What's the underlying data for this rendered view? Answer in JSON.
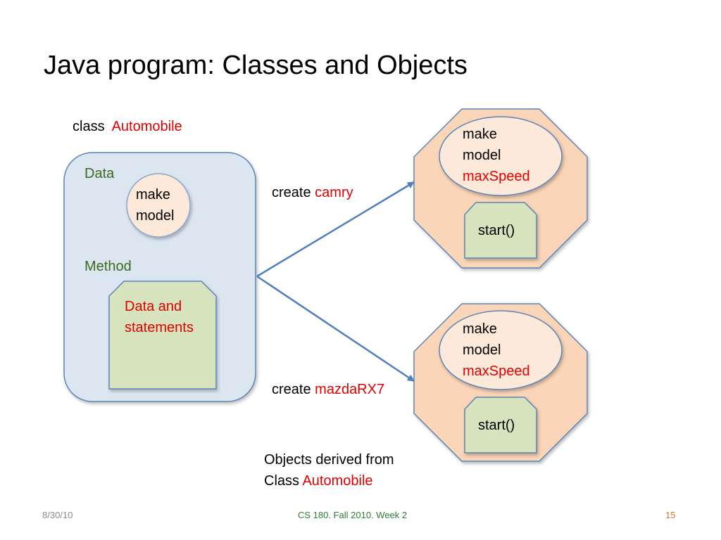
{
  "slide": {
    "title": "Java program: Classes and Objects",
    "class_label": {
      "keyword": "class",
      "name": "Automobile"
    },
    "class_box": {
      "data_heading": "Data",
      "data_fields": [
        "make",
        "model"
      ],
      "method_heading": "Method",
      "method_body": [
        "Data and",
        "statements"
      ]
    },
    "arrows": [
      {
        "verb": "create",
        "object": "camry"
      },
      {
        "verb": "create",
        "object": "mazdaRX7"
      }
    ],
    "objects": [
      {
        "fields": [
          "make",
          "model"
        ],
        "extra_field": "maxSpeed",
        "method": "start()"
      },
      {
        "fields": [
          "make",
          "model"
        ],
        "extra_field": "maxSpeed",
        "method": "start()"
      }
    ],
    "caption": {
      "line1": "Objects derived from",
      "line2_prefix": "Class",
      "line2_name": "Automobile"
    },
    "footer": {
      "date": "8/30/10",
      "course": "CS 180. Fall 2010. Week 2",
      "page": "15"
    }
  },
  "colors": {
    "class_fill": "#dce6f1",
    "class_stroke": "#5b84b8",
    "object_fill": "#fad5b7",
    "object_stroke": "#5b84b8",
    "ellipse_fill": "#fde9d9",
    "method_fill": "#d6e3bc",
    "accent_red": "#e00000",
    "heading_green": "#3a6b1f",
    "arrow": "#4f7fbd"
  }
}
